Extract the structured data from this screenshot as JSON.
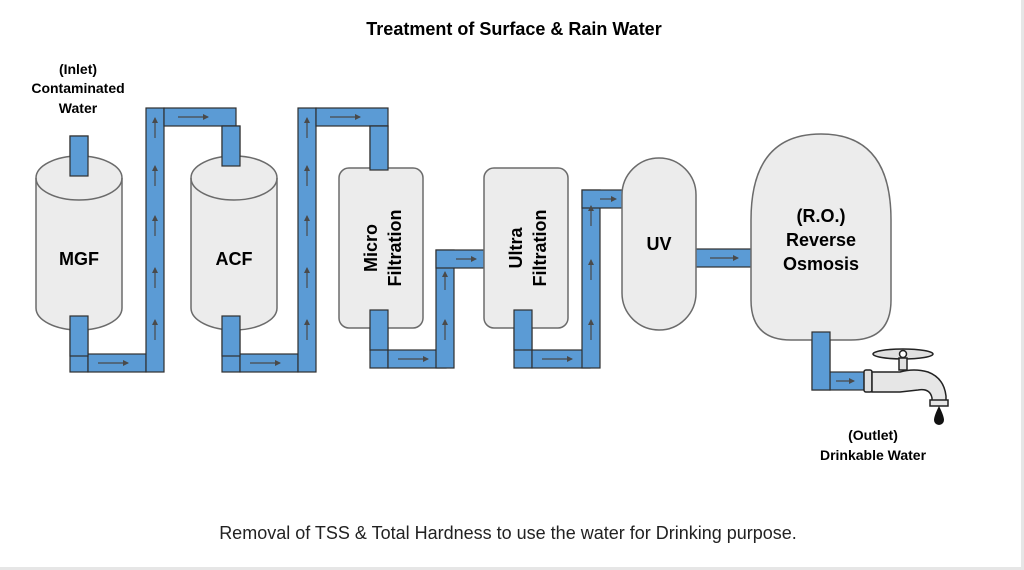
{
  "title": "Treatment of Surface & Rain Water",
  "inlet": {
    "line1": "(Inlet)",
    "line2": "Contaminated",
    "line3": "Water"
  },
  "outlet": {
    "line1": "(Outlet)",
    "line2": "Drinkable Water"
  },
  "units": {
    "mgf": "MGF",
    "acf": "ACF",
    "micro": {
      "line1": "Micro",
      "line2": "Filtration"
    },
    "ultra": {
      "line1": "Ultra",
      "line2": "Filtration"
    },
    "uv": "UV",
    "ro": {
      "line1": "(R.O.)",
      "line2": "Reverse",
      "line3": "Osmosis"
    }
  },
  "caption": "Removal of TSS & Total Hardness to use the water for Drinking purpose.",
  "colors": {
    "pipe": "#5b9bd5",
    "tank": "#ececec",
    "tank_border": "#6b6b6b"
  },
  "icons": {
    "outlet": "water-tap-icon"
  }
}
